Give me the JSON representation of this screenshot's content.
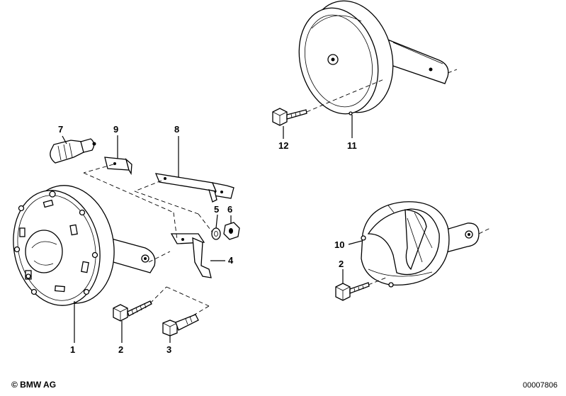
{
  "labels": {
    "l1": "1",
    "l2": "2",
    "l3": "3",
    "l4": "4",
    "l5": "5",
    "l6": "6",
    "l7": "7",
    "l8": "8",
    "l9": "9",
    "l10": "10",
    "l11": "11",
    "l12": "12",
    "l2b": "2"
  },
  "footer": {
    "copyright": "© BMW AG",
    "diagram_id": "00007806"
  }
}
